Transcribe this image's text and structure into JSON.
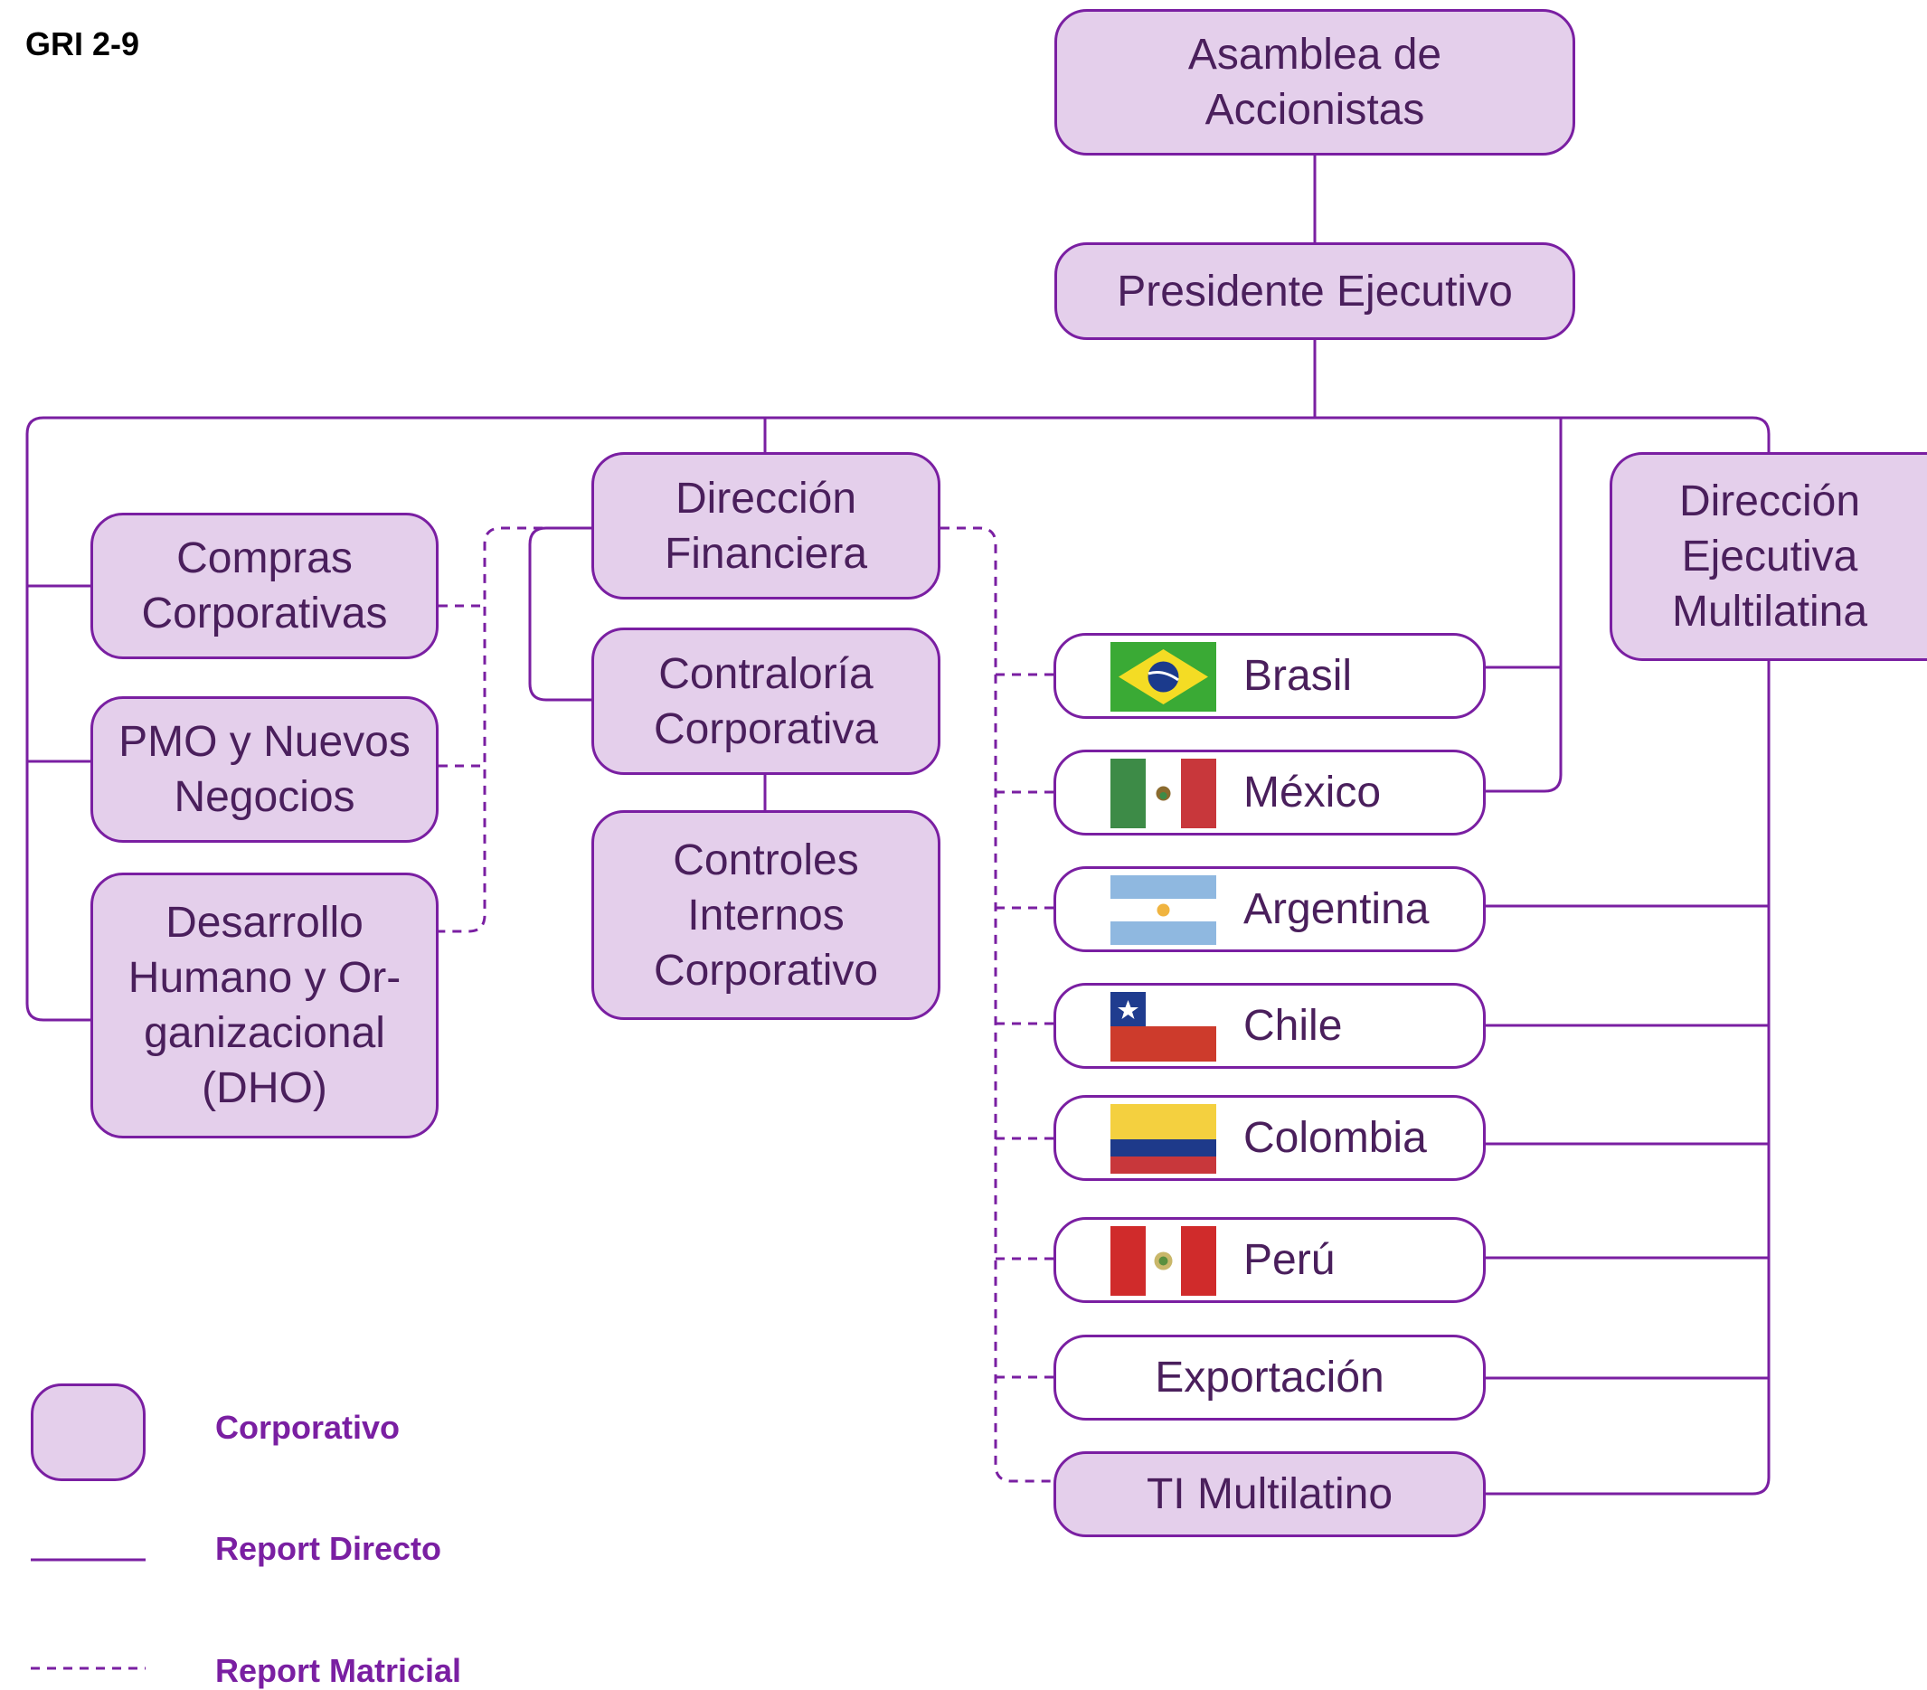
{
  "gri_label": "GRI 2-9",
  "colors": {
    "line": "#7a1fa2",
    "box_fill": "#e4cfeb",
    "text": "#4a1f5c"
  },
  "boxes": {
    "asamblea": "Asamblea de\nAccionistas",
    "presidente": "Presidente Ejecutivo",
    "compras": "Compras\nCorporativas",
    "pmo": "PMO y Nuevos\nNegocios",
    "dho": "Desarrollo\nHumano y Or-\nganizacional\n(DHO)",
    "financiera": "Dirección\nFinanciera",
    "contraloria": "Contraloría\nCorporativa",
    "controles": "Controles\nInternos\nCorporativo",
    "multilatina": "Dirección\nEjecutiva\nMultilatina"
  },
  "countries": [
    {
      "label": "Brasil",
      "flag": "brazil-flag"
    },
    {
      "label": "México",
      "flag": "mexico-flag"
    },
    {
      "label": "Argentina",
      "flag": "argentina-flag"
    },
    {
      "label": "Chile",
      "flag": "chile-flag"
    },
    {
      "label": "Colombia",
      "flag": "colombia-flag"
    },
    {
      "label": "Perú",
      "flag": "peru-flag"
    },
    {
      "label": "Exportación",
      "flag": ""
    },
    {
      "label": "TI Multilatino",
      "flag": ""
    }
  ],
  "legend": {
    "corporativo": "Corporativo",
    "directo": "Report Directo",
    "matricial": "Report Matricial"
  }
}
